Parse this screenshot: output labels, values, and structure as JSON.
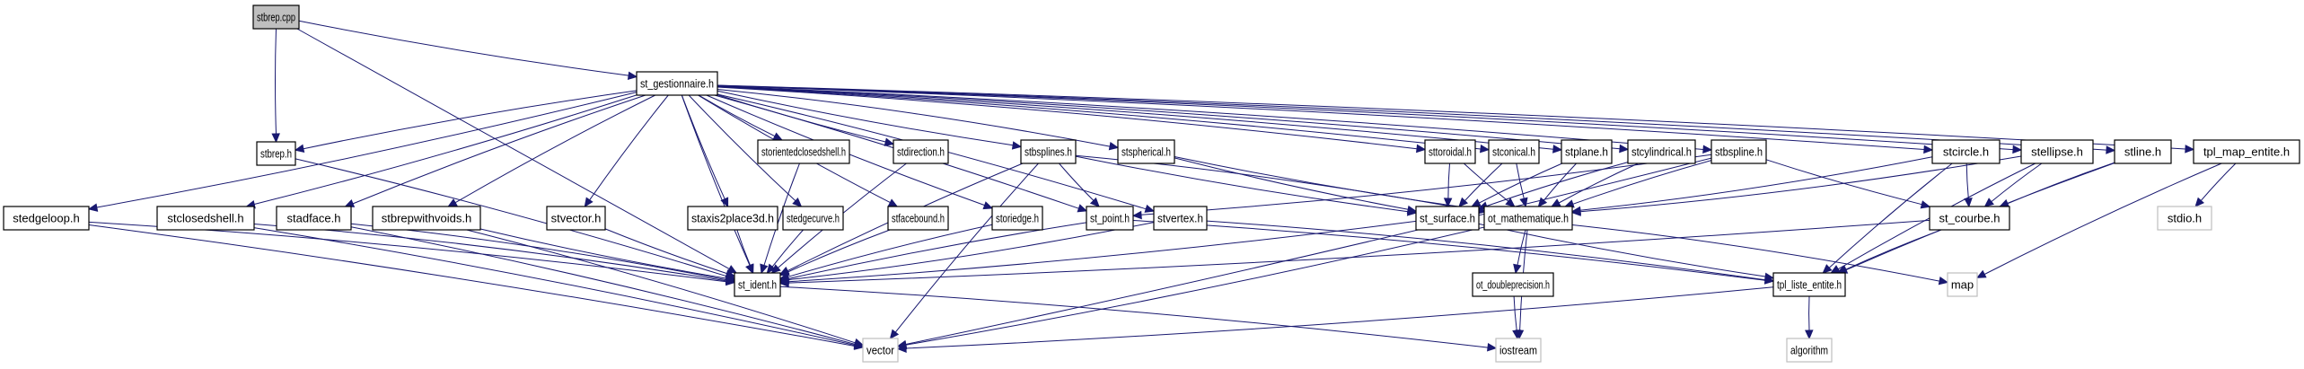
{
  "diagram": {
    "title": "stbrep.cpp include dependency graph",
    "colors": {
      "edge": "#191970",
      "root_fill": "#bfbfbf",
      "node_border": "#000000",
      "system_border": "#bfbfbf",
      "node_fill": "#ffffff"
    },
    "nodes": [
      {
        "id": "stbrep_cpp",
        "label": "stbrep.cpp",
        "kind": "root"
      },
      {
        "id": "st_gestionnaire_h",
        "label": "st_gestionnaire.h",
        "kind": "file"
      },
      {
        "id": "stbrep_h",
        "label": "stbrep.h",
        "kind": "file"
      },
      {
        "id": "storientedclosedshell_h",
        "label": "storientedclosedshell.h",
        "kind": "file"
      },
      {
        "id": "stdirection_h",
        "label": "stdirection.h",
        "kind": "file"
      },
      {
        "id": "stbsplines_h",
        "label": "stbsplines.h",
        "kind": "file"
      },
      {
        "id": "stspherical_h",
        "label": "stspherical.h",
        "kind": "file"
      },
      {
        "id": "sttoroidal_h",
        "label": "sttoroidal.h",
        "kind": "file"
      },
      {
        "id": "stconical_h",
        "label": "stconical.h",
        "kind": "file"
      },
      {
        "id": "stplane_h",
        "label": "stplane.h",
        "kind": "file"
      },
      {
        "id": "stcylindrical_h",
        "label": "stcylindrical.h",
        "kind": "file"
      },
      {
        "id": "stbspline_h",
        "label": "stbspline.h",
        "kind": "file"
      },
      {
        "id": "stcircle_h",
        "label": "stcircle.h",
        "kind": "file"
      },
      {
        "id": "stellipse_h",
        "label": "stellipse.h",
        "kind": "file"
      },
      {
        "id": "stline_h",
        "label": "stline.h",
        "kind": "file"
      },
      {
        "id": "tpl_map_entite_h",
        "label": "tpl_map_entite.h",
        "kind": "file"
      },
      {
        "id": "stedgeloop_h",
        "label": "stedgeloop.h",
        "kind": "file"
      },
      {
        "id": "stclosedshell_h",
        "label": "stclosedshell.h",
        "kind": "file"
      },
      {
        "id": "stadface_h",
        "label": "stadface.h",
        "kind": "file"
      },
      {
        "id": "stbrepwithvoids_h",
        "label": "stbrepwithvoids.h",
        "kind": "file"
      },
      {
        "id": "stvector_h",
        "label": "stvector.h",
        "kind": "file"
      },
      {
        "id": "staxis2place3d_h",
        "label": "staxis2place3d.h",
        "kind": "file"
      },
      {
        "id": "stedgecurve_h",
        "label": "stedgecurve.h",
        "kind": "file"
      },
      {
        "id": "stfacebound_h",
        "label": "stfacebound.h",
        "kind": "file"
      },
      {
        "id": "storiedge_h",
        "label": "storiedge.h",
        "kind": "file"
      },
      {
        "id": "st_point_h",
        "label": "st_point.h",
        "kind": "file"
      },
      {
        "id": "stvertex_h",
        "label": "stvertex.h",
        "kind": "file"
      },
      {
        "id": "st_surface_h",
        "label": "st_surface.h",
        "kind": "file"
      },
      {
        "id": "ot_mathematique_h",
        "label": "ot_mathematique.h",
        "kind": "file"
      },
      {
        "id": "st_courbe_h",
        "label": "st_courbe.h",
        "kind": "file"
      },
      {
        "id": "stdio_h",
        "label": "stdio.h",
        "kind": "system"
      },
      {
        "id": "st_ident_h",
        "label": "st_ident.h",
        "kind": "file"
      },
      {
        "id": "ot_doubleprecision_h",
        "label": "ot_doubleprecision.h",
        "kind": "file"
      },
      {
        "id": "tpl_liste_entite_h",
        "label": "tpl_liste_entite.h",
        "kind": "file"
      },
      {
        "id": "map",
        "label": "map",
        "kind": "system"
      },
      {
        "id": "vector",
        "label": "vector",
        "kind": "system"
      },
      {
        "id": "iostream",
        "label": "iostream",
        "kind": "system"
      },
      {
        "id": "algorithm",
        "label": "algorithm",
        "kind": "system"
      }
    ],
    "edges": [
      [
        "stbrep_cpp",
        "st_gestionnaire_h"
      ],
      [
        "stbrep_cpp",
        "stbrep_h"
      ],
      [
        "stbrep_cpp",
        "st_ident_h"
      ],
      [
        "st_gestionnaire_h",
        "stbrep_h"
      ],
      [
        "st_gestionnaire_h",
        "storientedclosedshell_h"
      ],
      [
        "st_gestionnaire_h",
        "stdirection_h"
      ],
      [
        "st_gestionnaire_h",
        "stbsplines_h"
      ],
      [
        "st_gestionnaire_h",
        "stspherical_h"
      ],
      [
        "st_gestionnaire_h",
        "sttoroidal_h"
      ],
      [
        "st_gestionnaire_h",
        "stconical_h"
      ],
      [
        "st_gestionnaire_h",
        "stplane_h"
      ],
      [
        "st_gestionnaire_h",
        "stcylindrical_h"
      ],
      [
        "st_gestionnaire_h",
        "stbspline_h"
      ],
      [
        "st_gestionnaire_h",
        "stcircle_h"
      ],
      [
        "st_gestionnaire_h",
        "stellipse_h"
      ],
      [
        "st_gestionnaire_h",
        "stline_h"
      ],
      [
        "st_gestionnaire_h",
        "tpl_map_entite_h"
      ],
      [
        "st_gestionnaire_h",
        "stedgeloop_h"
      ],
      [
        "st_gestionnaire_h",
        "stclosedshell_h"
      ],
      [
        "st_gestionnaire_h",
        "stadface_h"
      ],
      [
        "st_gestionnaire_h",
        "stbrepwithvoids_h"
      ],
      [
        "st_gestionnaire_h",
        "stvector_h"
      ],
      [
        "st_gestionnaire_h",
        "staxis2place3d_h"
      ],
      [
        "st_gestionnaire_h",
        "stedgecurve_h"
      ],
      [
        "st_gestionnaire_h",
        "stfacebound_h"
      ],
      [
        "st_gestionnaire_h",
        "storiedge_h"
      ],
      [
        "st_gestionnaire_h",
        "st_point_h"
      ],
      [
        "st_gestionnaire_h",
        "stvertex_h"
      ],
      [
        "st_gestionnaire_h",
        "st_ident_h"
      ],
      [
        "stbrep_h",
        "st_ident_h"
      ],
      [
        "storientedclosedshell_h",
        "st_ident_h"
      ],
      [
        "stdirection_h",
        "st_ident_h"
      ],
      [
        "stbsplines_h",
        "st_ident_h"
      ],
      [
        "stbsplines_h",
        "st_point_h"
      ],
      [
        "stbsplines_h",
        "st_surface_h"
      ],
      [
        "stbsplines_h",
        "ot_mathematique_h"
      ],
      [
        "stbsplines_h",
        "vector"
      ],
      [
        "stspherical_h",
        "st_surface_h"
      ],
      [
        "stspherical_h",
        "ot_mathematique_h"
      ],
      [
        "sttoroidal_h",
        "st_surface_h"
      ],
      [
        "sttoroidal_h",
        "ot_mathematique_h"
      ],
      [
        "stconical_h",
        "st_surface_h"
      ],
      [
        "stconical_h",
        "ot_mathematique_h"
      ],
      [
        "stplane_h",
        "st_surface_h"
      ],
      [
        "stplane_h",
        "ot_mathematique_h"
      ],
      [
        "stcylindrical_h",
        "st_surface_h"
      ],
      [
        "stcylindrical_h",
        "ot_mathematique_h"
      ],
      [
        "stbspline_h",
        "st_courbe_h"
      ],
      [
        "stbspline_h",
        "ot_mathematique_h"
      ],
      [
        "stbspline_h",
        "st_point_h"
      ],
      [
        "stbspline_h",
        "vector"
      ],
      [
        "stcircle_h",
        "st_courbe_h"
      ],
      [
        "stcircle_h",
        "ot_mathematique_h"
      ],
      [
        "stcircle_h",
        "tpl_liste_entite_h"
      ],
      [
        "stellipse_h",
        "st_courbe_h"
      ],
      [
        "stellipse_h",
        "ot_mathematique_h"
      ],
      [
        "stellipse_h",
        "tpl_liste_entite_h"
      ],
      [
        "stline_h",
        "st_courbe_h"
      ],
      [
        "stline_h",
        "tpl_liste_entite_h"
      ],
      [
        "tpl_map_entite_h",
        "stdio_h"
      ],
      [
        "tpl_map_entite_h",
        "map"
      ],
      [
        "stedgeloop_h",
        "st_ident_h"
      ],
      [
        "stedgeloop_h",
        "vector"
      ],
      [
        "stclosedshell_h",
        "st_ident_h"
      ],
      [
        "stclosedshell_h",
        "vector"
      ],
      [
        "stadface_h",
        "st_ident_h"
      ],
      [
        "stadface_h",
        "vector"
      ],
      [
        "stbrepwithvoids_h",
        "st_ident_h"
      ],
      [
        "stbrepwithvoids_h",
        "vector"
      ],
      [
        "stvector_h",
        "st_ident_h"
      ],
      [
        "staxis2place3d_h",
        "st_ident_h"
      ],
      [
        "stedgecurve_h",
        "st_ident_h"
      ],
      [
        "stfacebound_h",
        "st_ident_h"
      ],
      [
        "storiedge_h",
        "st_ident_h"
      ],
      [
        "st_point_h",
        "st_ident_h"
      ],
      [
        "st_point_h",
        "tpl_liste_entite_h"
      ],
      [
        "stvertex_h",
        "st_ident_h"
      ],
      [
        "stvertex_h",
        "tpl_liste_entite_h"
      ],
      [
        "st_surface_h",
        "st_ident_h"
      ],
      [
        "st_surface_h",
        "tpl_liste_entite_h"
      ],
      [
        "ot_mathematique_h",
        "ot_doubleprecision_h"
      ],
      [
        "ot_mathematique_h",
        "vector"
      ],
      [
        "ot_mathematique_h",
        "iostream"
      ],
      [
        "ot_mathematique_h",
        "map"
      ],
      [
        "st_courbe_h",
        "st_ident_h"
      ],
      [
        "st_courbe_h",
        "tpl_liste_entite_h"
      ],
      [
        "st_ident_h",
        "iostream"
      ],
      [
        "ot_doubleprecision_h",
        "iostream"
      ],
      [
        "tpl_liste_entite_h",
        "vector"
      ],
      [
        "tpl_liste_entite_h",
        "algorithm"
      ]
    ]
  }
}
